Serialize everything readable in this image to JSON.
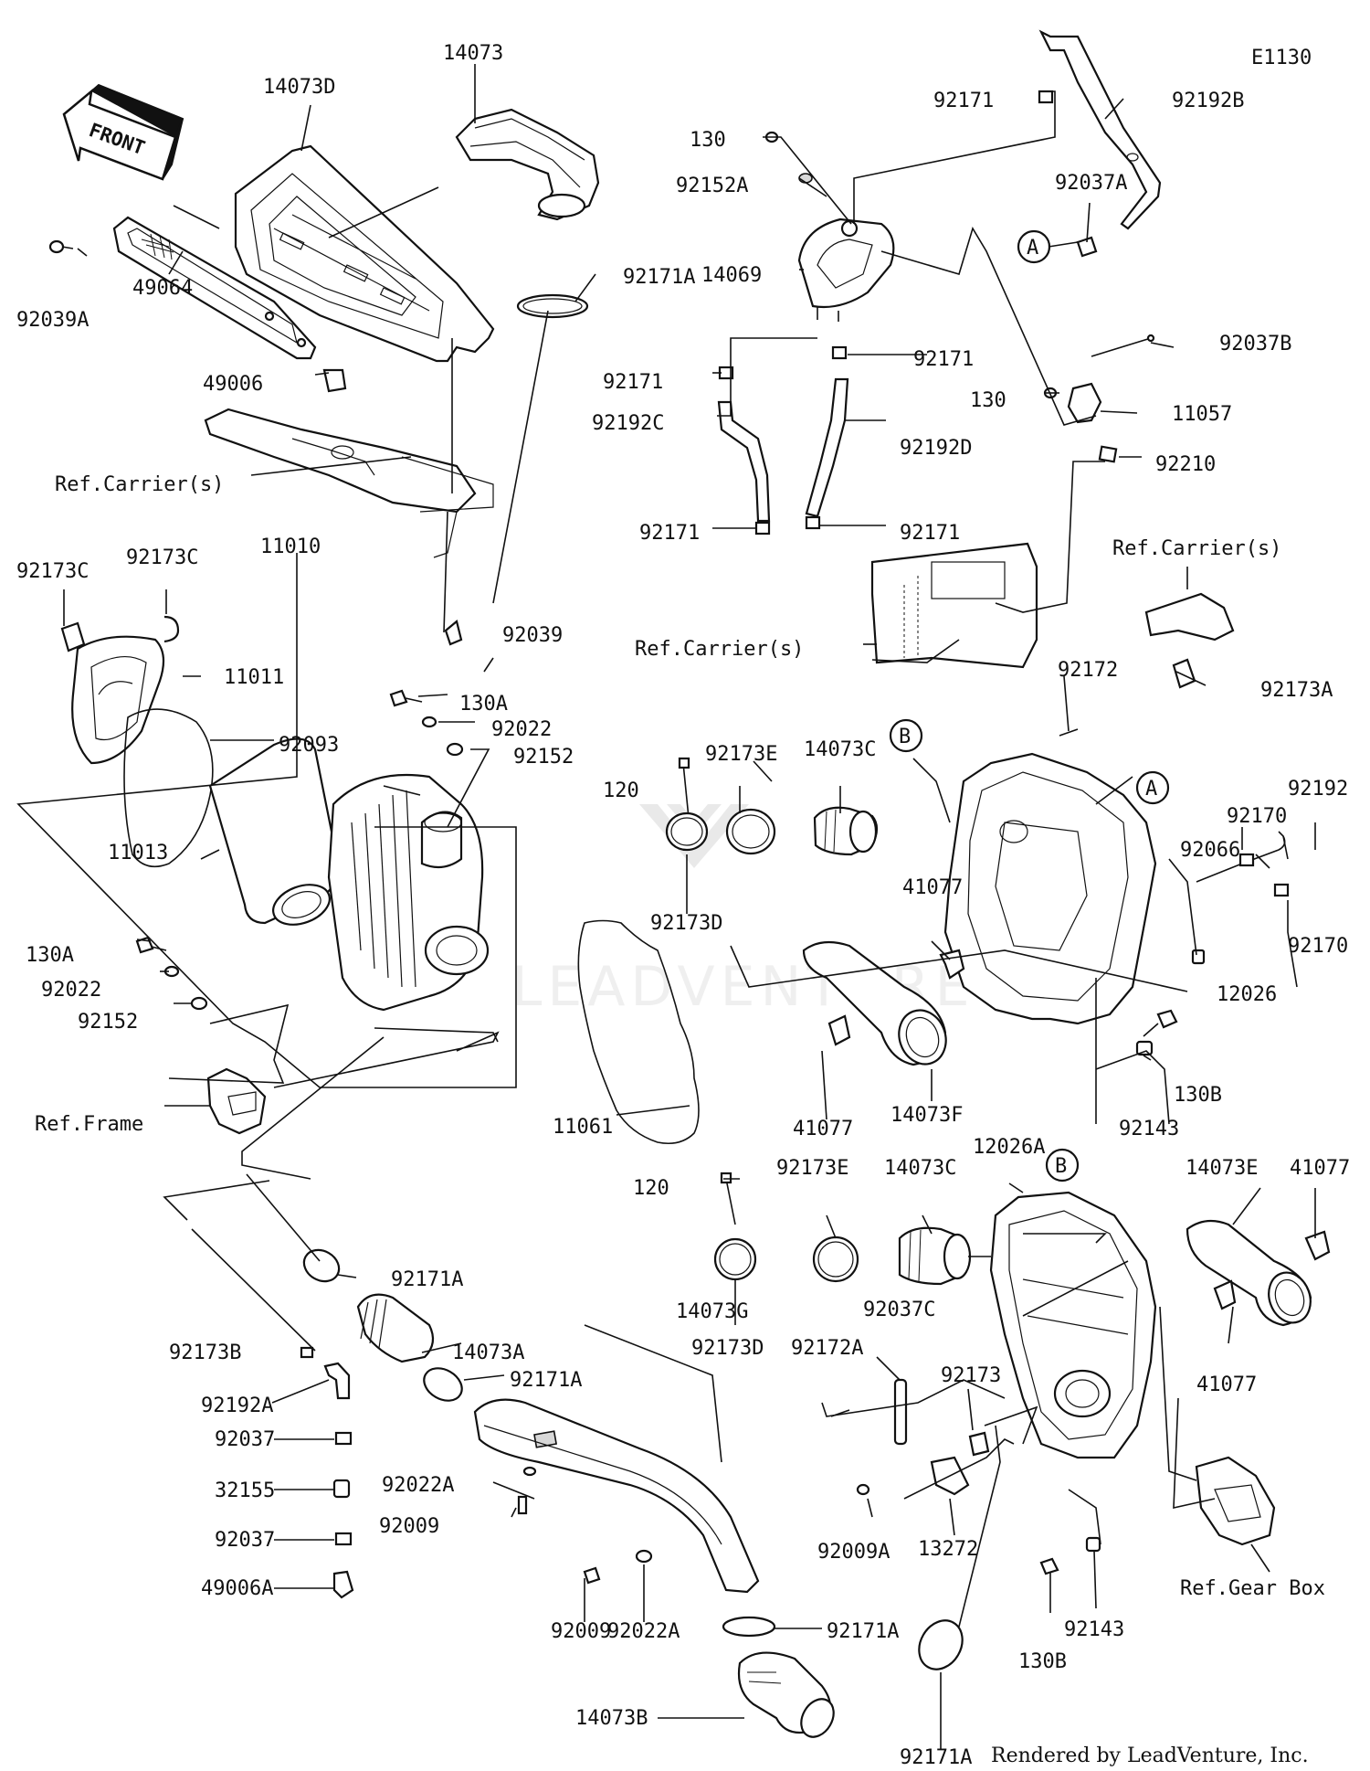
{
  "diagram_code": "E1130",
  "credit": "Rendered by LeadVenture, Inc.",
  "watermark": "LEADVENTURE",
  "front_label": "FRONT",
  "callouts": {
    "c1": "14073",
    "c2": "14073D",
    "c3": "92039A",
    "c4": "49064",
    "c5": "49006",
    "c6": "92171A",
    "c7": "Ref.Carrier(s)",
    "c8": "92039",
    "c9": "92173C",
    "c10": "92173C",
    "c11": "11010",
    "c12": "11011",
    "c13": "92093",
    "c14": "11013",
    "c15": "130A",
    "c16": "92022",
    "c17": "92152",
    "c18": "130A",
    "c19": "92022",
    "c20": "92152",
    "c21": "Ref.Frame",
    "c22": "92171",
    "c23": "130",
    "c24": "92152A",
    "c25": "14069",
    "c26": "92192B",
    "c27": "92037A",
    "c28": "A",
    "c29": "92037B",
    "c30": "92171",
    "c31": "92171",
    "c32": "92192C",
    "c33": "92192D",
    "c34": "130",
    "c35": "11057",
    "c36": "92210",
    "c37": "92171",
    "c38": "92171",
    "c39": "Ref.Carrier(s)",
    "c40": "Ref.Carrier(s)",
    "c41": "92173A",
    "c42": "92172",
    "c43": "B",
    "c44": "A",
    "c45": "92192",
    "c46": "92170",
    "c47": "92066",
    "c48": "92170",
    "c49": "12026",
    "c50": "120",
    "c51": "92173E",
    "c52": "14073C",
    "c53": "92173D",
    "c54": "41077",
    "c55": "41077",
    "c56": "14073F",
    "c57": "11061",
    "c58": "92143",
    "c59": "130B",
    "c60": "120",
    "c61": "92173E",
    "c62": "14073C",
    "c63": "12026A",
    "c64": "B",
    "c65": "14073E",
    "c66": "41077",
    "c67": "41077",
    "c68": "92173D",
    "c69": "92172A",
    "c70": "92037C",
    "c71": "92173",
    "c72": "92009A",
    "c73": "13272",
    "c74": "92143",
    "c75": "130B",
    "c76": "Ref.Gear Box",
    "c77": "92171A",
    "c78": "14073A",
    "c79": "92171A",
    "c80": "92173B",
    "c81": "92192A",
    "c82": "92037",
    "c83": "32155",
    "c84": "92037",
    "c85": "49006A",
    "c86": "14073G",
    "c87": "92022A",
    "c88": "92009",
    "c89": "92009",
    "c90": "92022A",
    "c91": "92171A",
    "c92": "14073B",
    "c93": "92171A"
  }
}
